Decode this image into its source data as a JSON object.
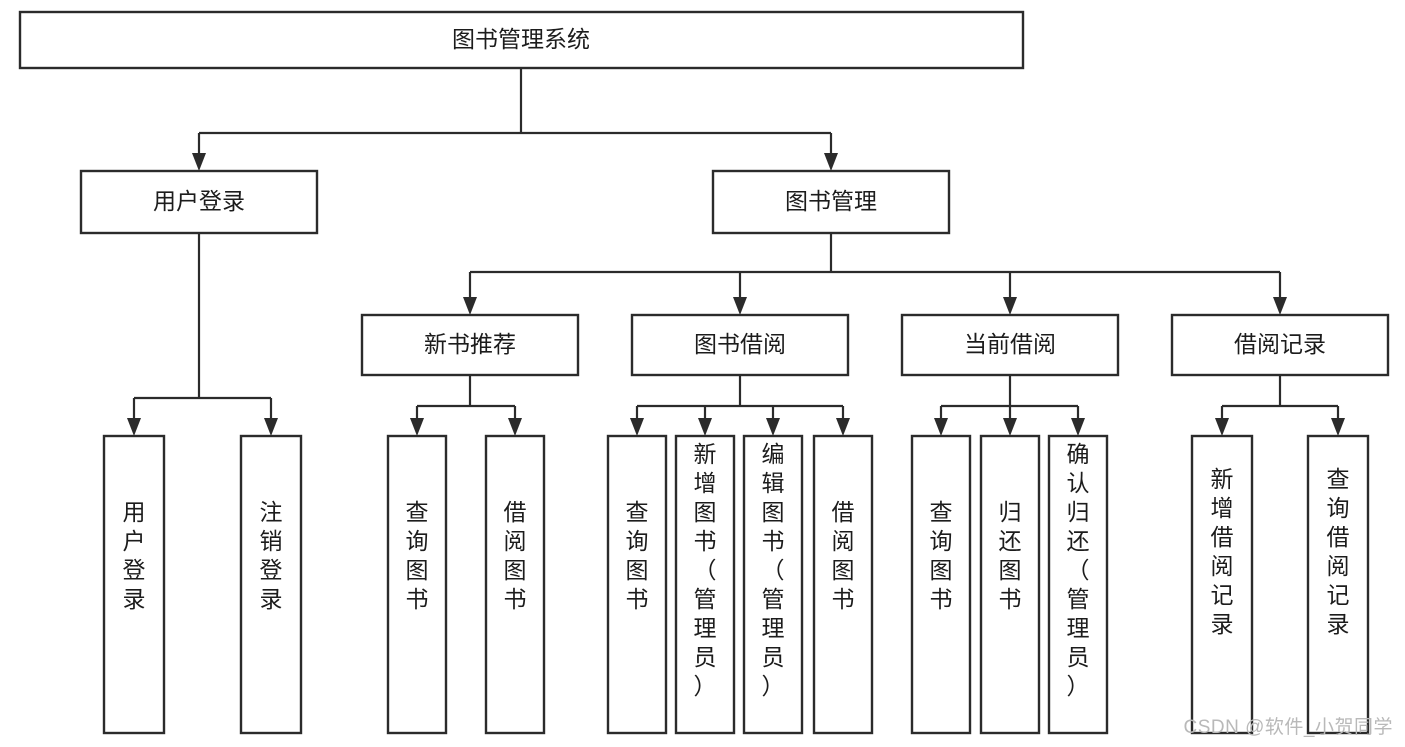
{
  "diagram": {
    "type": "hierarchy-tree",
    "title": "图书管理系统",
    "orientation": "top-down",
    "style": {
      "box_fill": "#ffffff",
      "box_stroke": "#2b2b2b",
      "text_color": "#1c1c1c",
      "background": "#ffffff",
      "watermark_color": "#b9b9b9"
    },
    "levels": [
      {
        "level": 1,
        "nodes": [
          {
            "id": "root",
            "label": "图书管理系统",
            "orientation": "horizontal"
          }
        ]
      },
      {
        "level": 2,
        "nodes": [
          {
            "id": "login",
            "label": "用户登录",
            "orientation": "horizontal",
            "parent": "root"
          },
          {
            "id": "bookmgmt",
            "label": "图书管理",
            "orientation": "horizontal",
            "parent": "root"
          }
        ]
      },
      {
        "level": 3,
        "nodes": [
          {
            "id": "newbook",
            "label": "新书推荐",
            "orientation": "horizontal",
            "parent": "bookmgmt"
          },
          {
            "id": "borrow",
            "label": "图书借阅",
            "orientation": "horizontal",
            "parent": "bookmgmt"
          },
          {
            "id": "current",
            "label": "当前借阅",
            "orientation": "horizontal",
            "parent": "bookmgmt"
          },
          {
            "id": "records",
            "label": "借阅记录",
            "orientation": "horizontal",
            "parent": "bookmgmt"
          }
        ]
      },
      {
        "level": 4,
        "nodes": [
          {
            "id": "leaf-user-login",
            "label": "用户登录",
            "orientation": "vertical",
            "parent": "login"
          },
          {
            "id": "leaf-user-logout",
            "label": "注销登录",
            "orientation": "vertical",
            "parent": "login"
          },
          {
            "id": "leaf-query-book-1",
            "label": "查询图书",
            "orientation": "vertical",
            "parent": "newbook"
          },
          {
            "id": "leaf-borrow-book-1",
            "label": "借阅图书",
            "orientation": "vertical",
            "parent": "newbook"
          },
          {
            "id": "leaf-query-book-2",
            "label": "查询图书",
            "orientation": "vertical",
            "parent": "borrow"
          },
          {
            "id": "leaf-add-book",
            "label": "新增图书（管理员）",
            "orientation": "vertical",
            "parent": "borrow"
          },
          {
            "id": "leaf-edit-book",
            "label": "编辑图书（管理员）",
            "orientation": "vertical",
            "parent": "borrow"
          },
          {
            "id": "leaf-borrow-book-2",
            "label": "借阅图书",
            "orientation": "vertical",
            "parent": "borrow"
          },
          {
            "id": "leaf-query-book-3",
            "label": "查询图书",
            "orientation": "vertical",
            "parent": "current"
          },
          {
            "id": "leaf-return-book",
            "label": "归还图书",
            "orientation": "vertical",
            "parent": "current"
          },
          {
            "id": "leaf-confirm-return",
            "label": "确认归还（管理员）",
            "orientation": "vertical",
            "parent": "current"
          },
          {
            "id": "leaf-add-record",
            "label": "新增借阅记录",
            "orientation": "vertical",
            "parent": "records"
          },
          {
            "id": "leaf-query-record",
            "label": "查询借阅记录",
            "orientation": "vertical",
            "parent": "records"
          }
        ]
      }
    ]
  },
  "watermark": {
    "text": "CSDN @软件_小贺同学"
  }
}
